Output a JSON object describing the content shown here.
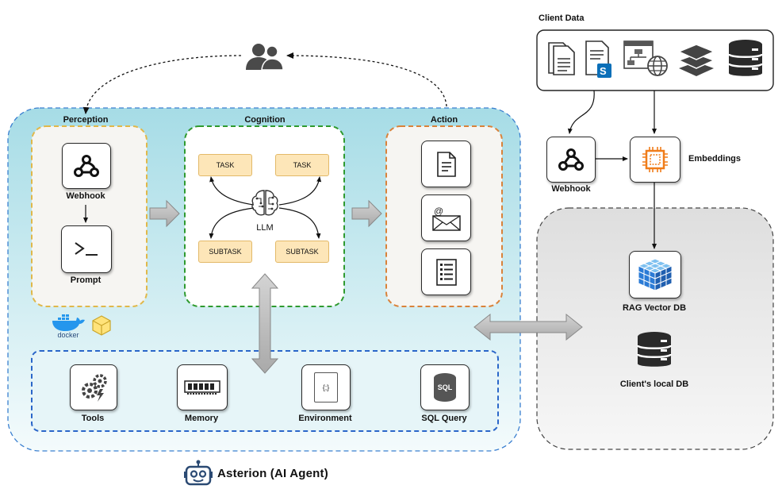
{
  "agent": {
    "title": "Asterion (AI Agent)"
  },
  "perception": {
    "label": "Perception",
    "webhook_label": "Webhook",
    "prompt_label": "Prompt",
    "docker_label": "docker"
  },
  "cognition": {
    "label": "Cognition",
    "tasks": [
      "TASK",
      "TASK"
    ],
    "subtasks": [
      "SUBTASK",
      "SUBTASK"
    ],
    "llm_label": "LLM"
  },
  "action": {
    "label": "Action"
  },
  "resources": {
    "tools": "Tools",
    "memory": "Memory",
    "environment": "Environment",
    "environment_glyph": "{;}",
    "sql": "SQL Query",
    "sql_glyph": "SQL"
  },
  "client": {
    "data_label": "Client Data",
    "webhook_label": "Webhook",
    "embeddings_label": "Embeddings",
    "rag_label": "RAG Vector DB",
    "local_db_label": "Client's local DB"
  },
  "colors": {
    "agent_bg_top": "#a8dde6",
    "perception_border": "#e0b84a",
    "cognition_border": "#2f9a2f",
    "action_border": "#d9823a",
    "resources_border": "#2a66c9",
    "task_fill": "#fde6b8",
    "embeddings_accent": "#f07d1a",
    "rag_accent": "#2b7bd6"
  }
}
